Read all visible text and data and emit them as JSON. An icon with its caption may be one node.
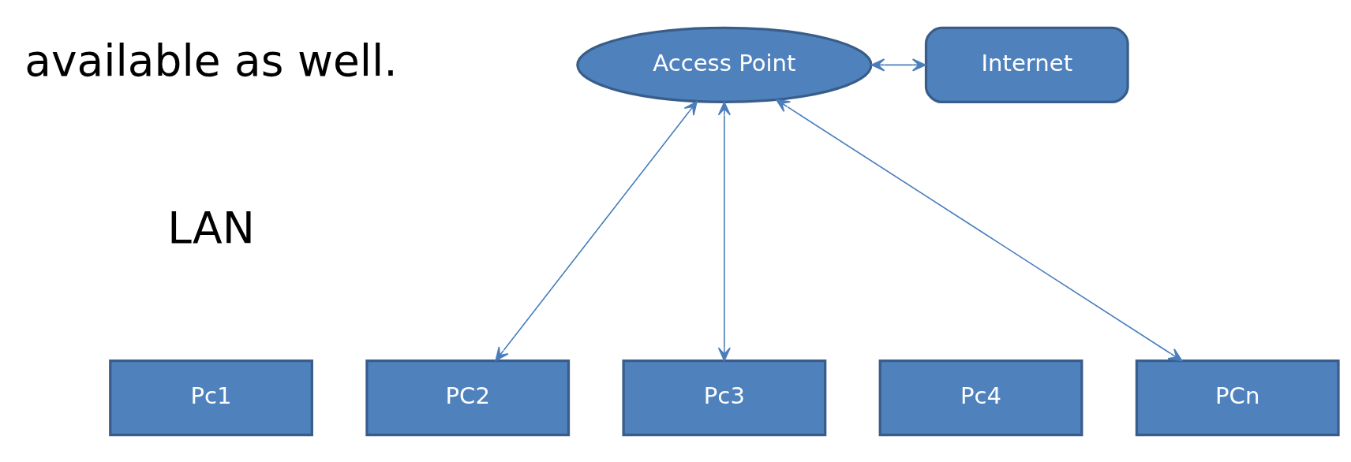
{
  "diagram": {
    "nodes": [
      {
        "text": [
          "Access Point"
        ]
      },
      {
        "text": [
          "Internet"
        ]
      },
      {
        "text": [
          "Pc1"
        ]
      },
      {
        "text": [
          "PC2"
        ]
      },
      {
        "text": [
          "Pc3"
        ]
      },
      {
        "text": [
          "Pc4"
        ]
      },
      {
        "text": [
          "PCn"
        ]
      }
    ],
    "edges": [
      {
        "from": 0,
        "to": 1,
        "arrow": "both"
      },
      {
        "from": 0,
        "to": 3,
        "arrow": "both"
      },
      {
        "from": 0,
        "to": 4,
        "arrow": "both"
      },
      {
        "from": 0,
        "to": 6,
        "arrow": "both"
      }
    ],
    "labels": [
      "available as well.",
      "LAN"
    ]
  }
}
